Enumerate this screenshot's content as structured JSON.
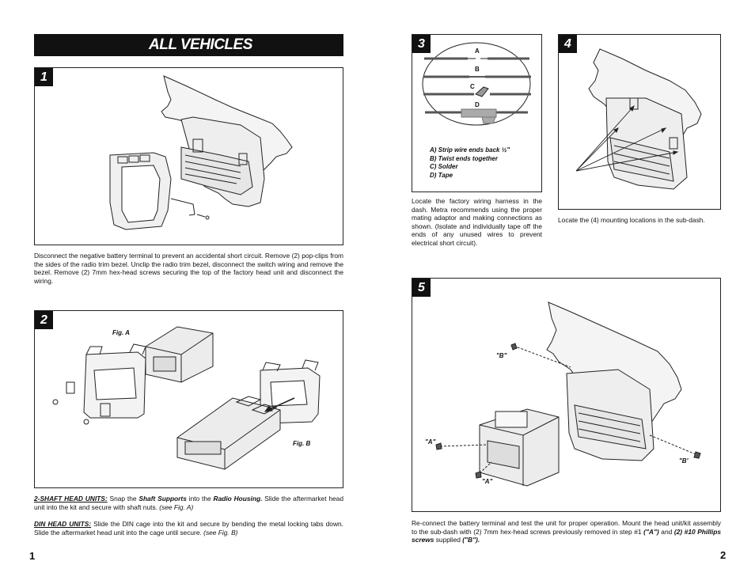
{
  "banner_title": "ALL VEHICLES",
  "steps": {
    "s1": {
      "num": "1"
    },
    "s2": {
      "num": "2",
      "fig_a": "Fig. A",
      "fig_b": "Fig. B"
    },
    "s3": {
      "num": "3",
      "labels": [
        "A",
        "B",
        "C",
        "D"
      ],
      "legend": [
        "A) Strip wire ends back ½\"",
        "B) Twist ends together",
        "C) Solder",
        "D) Tape"
      ]
    },
    "s4": {
      "num": "4"
    },
    "s5": {
      "num": "5",
      "callouts": [
        "\"B\"",
        "\"A\"",
        "\"A\"",
        "\"B'"
      ]
    }
  },
  "text": {
    "step1": "Disconnect the negative battery terminal to prevent an accidental short circuit.  Remove (2) pop-clips from the sides of the radio trim bezel.  Unclip the radio trim bezel, disconnect the switch wiring and remove the bezel.  Remove (2) 7mm hex-head screws securing the top of the factory head unit and disconnect the wiring.",
    "step2a_heading": "2-SHAFT HEAD UNITS:",
    "step2a_pre": "  Snap the ",
    "step2a_b1": "Shaft Supports",
    "step2a_mid": " into the ",
    "step2a_b2": "Radio Housing.",
    "step2a_post": "  Slide the aftermarket head unit into the kit and secure with shaft nuts.  ",
    "step2a_ref": "(see Fig. A)",
    "step2b_heading": "DIN HEAD UNITS:",
    "step2b_body": "  Slide the DIN cage into the kit and secure by bending the metal locking tabs down.  Slide the aftermarket head unit into the cage until secure.  ",
    "step2b_ref": "(see Fig. B)",
    "step3": "Locate the factory wiring harness in the dash.  Metra recommends using the proper mating adaptor and making connections as shown.  (Isolate and individually tape off the ends of any unused wires to prevent electrical short circuit).",
    "step4": "Locate the (4) mounting locations in the sub-dash.",
    "step5_pre": "Re-connect the battery terminal and test the unit for proper operation.  Mount the head unit/kit assembly to the sub-dash with (2) 7mm hex-head screws previously removed in step #1 ",
    "step5_a": "(\"A\")",
    "step5_and": " and ",
    "step5_b": "(2) #10 Phillips screws",
    "step5_sup": " supplied ",
    "step5_c": "(\"B\")."
  },
  "page_numbers": {
    "left": "1",
    "right": "2"
  }
}
